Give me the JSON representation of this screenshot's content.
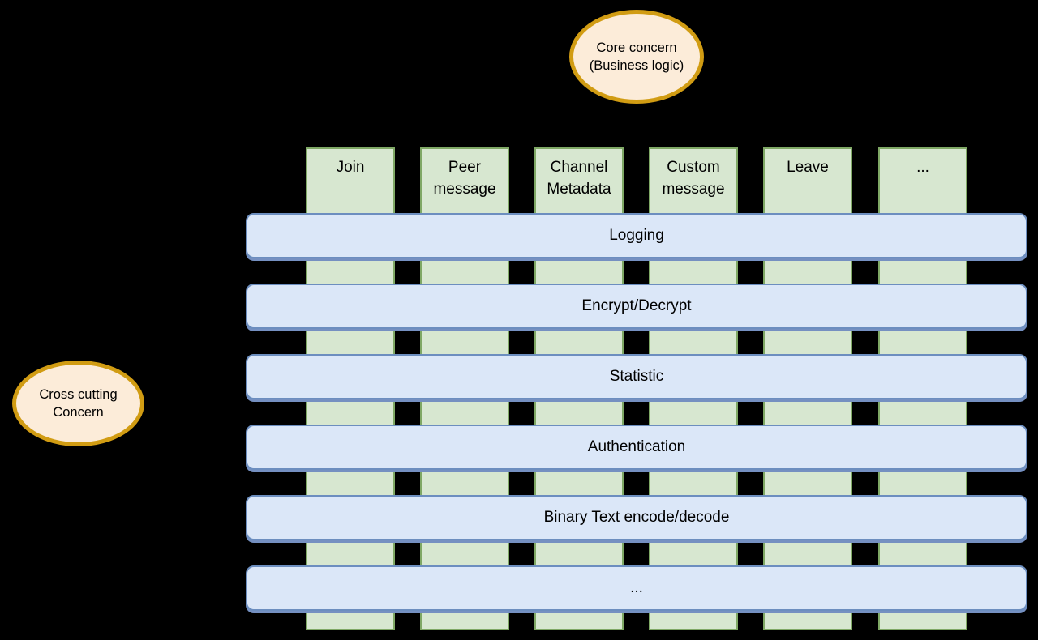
{
  "canvas": {
    "background": "#000000"
  },
  "ellipses": {
    "core": {
      "label": "Core concern\n(Business logic)",
      "fill": "#fcecd9",
      "border": "#d19c13"
    },
    "cross": {
      "label": "Cross cutting\nConcern",
      "fill": "#fcecd9",
      "border": "#d19c13"
    }
  },
  "columns": {
    "fill": "#d7e7d0",
    "border": "#7fa865",
    "items": [
      {
        "label": "Join"
      },
      {
        "label": "Peer message"
      },
      {
        "label": "Channel Metadata"
      },
      {
        "label": "Custom message"
      },
      {
        "label": "Leave"
      },
      {
        "label": "..."
      }
    ]
  },
  "bars": {
    "fill": "#dbe7f8",
    "border": "#6c8ebf",
    "shadow": "#7590c1",
    "items": [
      {
        "label": "Logging"
      },
      {
        "label": "Encrypt/Decrypt"
      },
      {
        "label": "Statistic"
      },
      {
        "label": "Authentication"
      },
      {
        "label": "Binary Text encode/decode"
      },
      {
        "label": "..."
      }
    ]
  }
}
